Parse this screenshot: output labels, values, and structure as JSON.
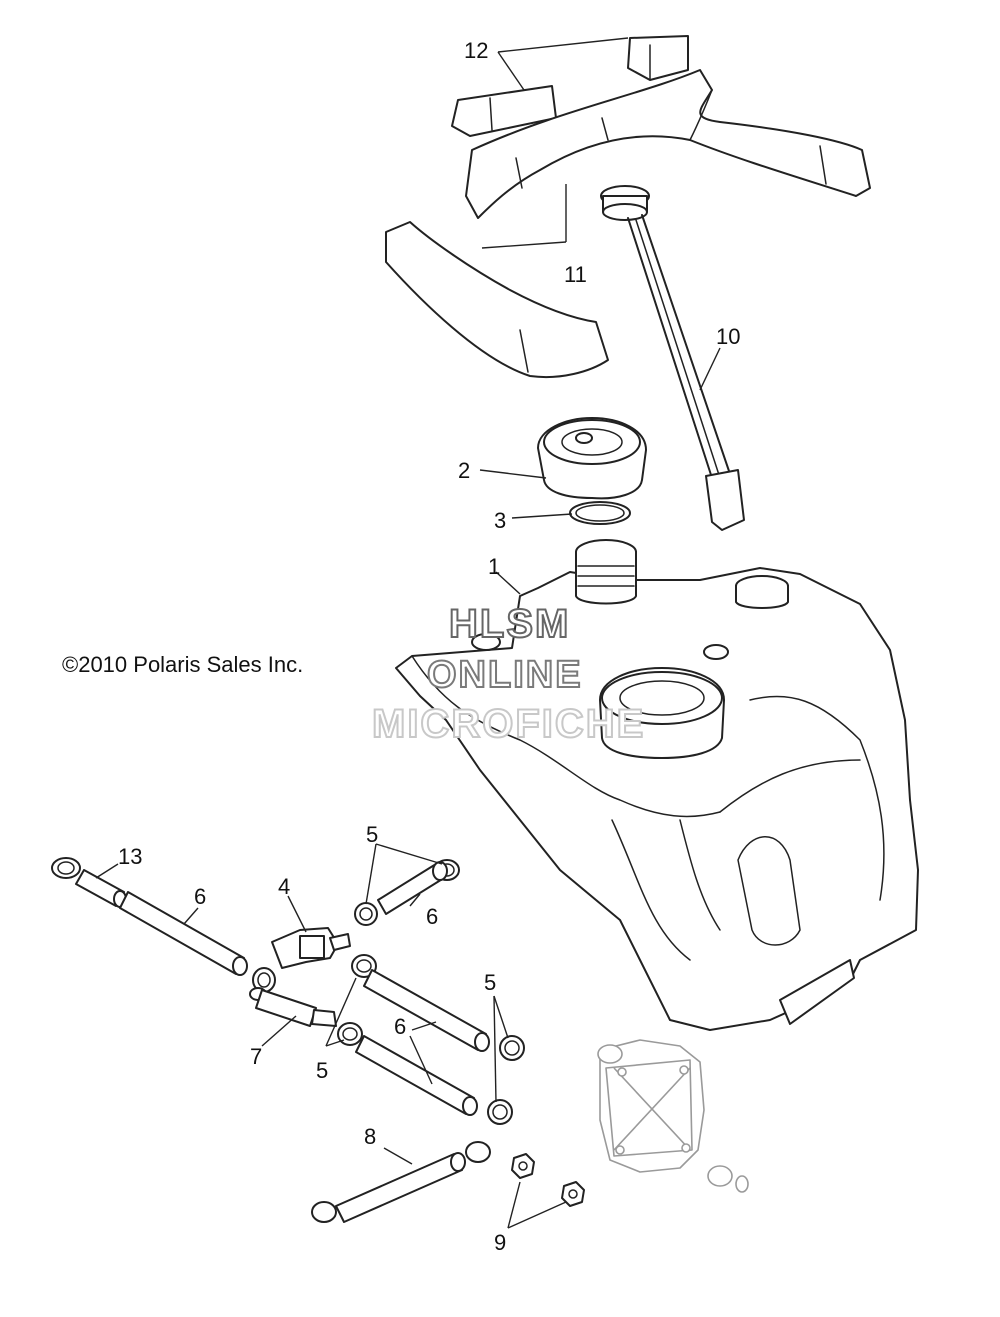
{
  "callouts": {
    "c12": "12",
    "c11": "11",
    "c10": "10",
    "c2": "2",
    "c3": "3",
    "c1": "1",
    "c13": "13",
    "c6a": "6",
    "c4": "4",
    "c5a": "5",
    "c6b": "6",
    "c7": "7",
    "c5b": "5",
    "c6c": "6",
    "c5c": "5",
    "c8": "8",
    "c9": "9"
  },
  "copyright": "©2010  Polaris Sales Inc.",
  "watermark": {
    "line1": "HLSM",
    "line2": "ONLINE",
    "line3": "MICROFICHE"
  }
}
